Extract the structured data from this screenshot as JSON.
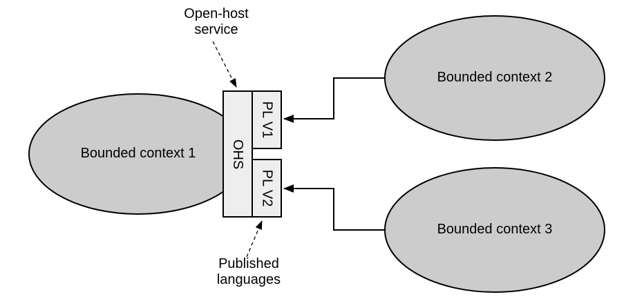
{
  "colors": {
    "ellipse_fill": "#cccccc",
    "box_fill": "#eeeeee",
    "stroke": "#000000",
    "background": "#ffffff"
  },
  "nodes": {
    "bounded_context_1": {
      "label": "Bounded context 1"
    },
    "bounded_context_2": {
      "label": "Bounded context 2"
    },
    "bounded_context_3": {
      "label": "Bounded context 3"
    },
    "ohs": {
      "label": "OHS"
    },
    "pl_v1": {
      "label": "PL V1"
    },
    "pl_v2": {
      "label": "PL V2"
    }
  },
  "annotations": {
    "open_host": "Open-host\nservice",
    "published": "Published\nlanguages"
  }
}
